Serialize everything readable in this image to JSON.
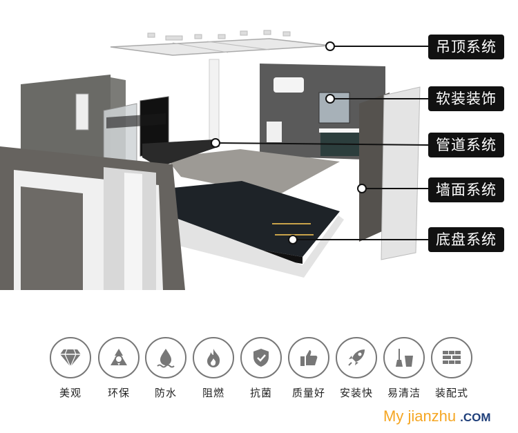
{
  "callouts": [
    {
      "id": "ceiling",
      "label": "吊顶系统"
    },
    {
      "id": "soft",
      "label": "软装装饰"
    },
    {
      "id": "pipe",
      "label": "管道系统"
    },
    {
      "id": "wall",
      "label": "墙面系统"
    },
    {
      "id": "floor",
      "label": "底盘系统"
    }
  ],
  "features": [
    {
      "label": "美观",
      "icon": "diamond-icon"
    },
    {
      "label": "环保",
      "icon": "recycle-icon"
    },
    {
      "label": "防水",
      "icon": "water-drop-icon"
    },
    {
      "label": "阻燃",
      "icon": "flame-icon"
    },
    {
      "label": "抗菌",
      "icon": "shield-check-icon"
    },
    {
      "label": "质量好",
      "icon": "thumbs-up-icon"
    },
    {
      "label": "安装快",
      "icon": "rocket-icon"
    },
    {
      "label": "易清洁",
      "icon": "broom-bucket-icon"
    },
    {
      "label": "装配式",
      "icon": "tile-grid-icon"
    }
  ],
  "watermark": {
    "main": "My jianzhu",
    "suffix": ".COM"
  },
  "colors": {
    "callout_bg": "#111111",
    "icon_stroke": "#777777",
    "watermark": "#f5a623"
  }
}
